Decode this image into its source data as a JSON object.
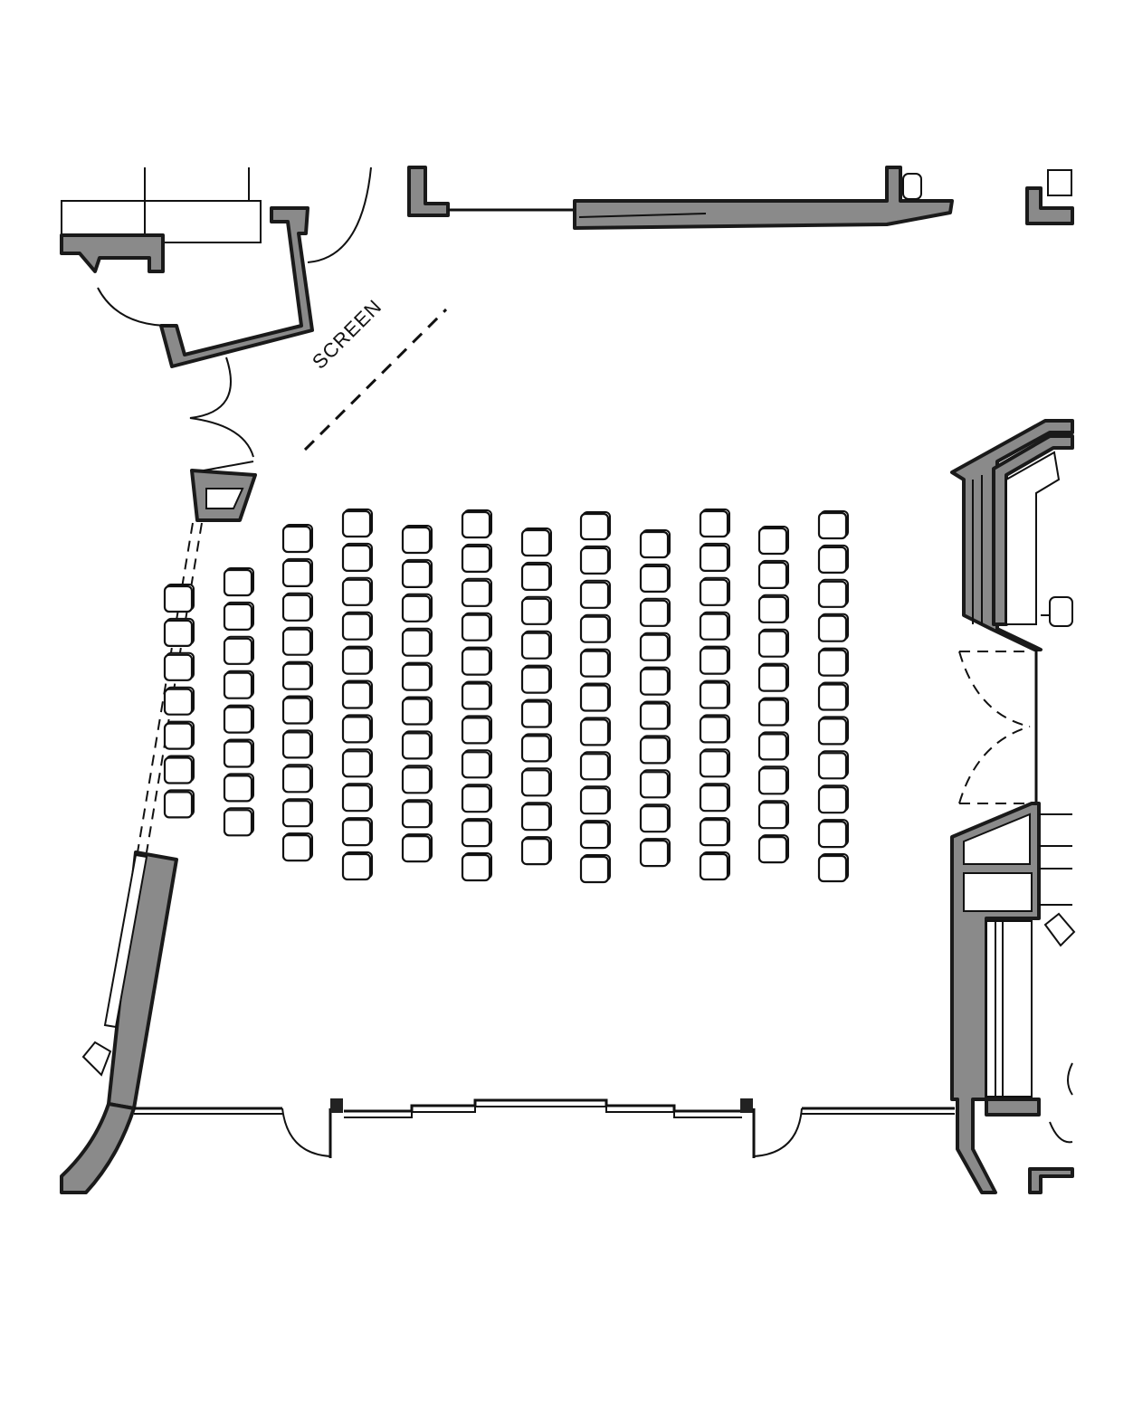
{
  "labels": {
    "screen": "SCREEN"
  },
  "seating": {
    "columns": [
      {
        "id": "c1",
        "seats": 7
      },
      {
        "id": "c2",
        "seats": 8
      },
      {
        "id": "c3",
        "seats": 10
      },
      {
        "id": "c4",
        "seats": 11
      },
      {
        "id": "c5",
        "seats": 10
      },
      {
        "id": "c6",
        "seats": 11
      },
      {
        "id": "c7",
        "seats": 10
      },
      {
        "id": "c8",
        "seats": 11
      },
      {
        "id": "c9",
        "seats": 10
      },
      {
        "id": "c10",
        "seats": 11
      },
      {
        "id": "c11",
        "seats": 10
      },
      {
        "id": "c12",
        "seats": 11
      }
    ]
  },
  "colors": {
    "wall_fill": "#8a8a8a",
    "line": "#111111",
    "background": "#ffffff"
  }
}
